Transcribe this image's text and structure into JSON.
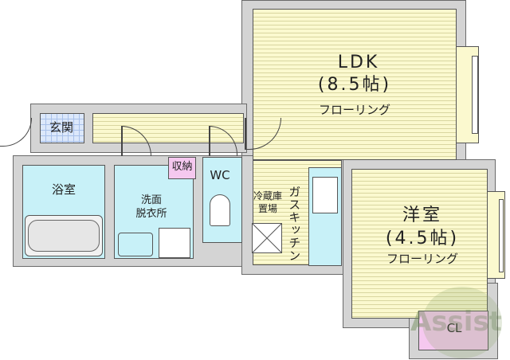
{
  "rooms": {
    "ldk": {
      "name": "LDK",
      "size": "(8.5帖)",
      "floor": "フローリング"
    },
    "western": {
      "name": "洋室",
      "size": "(4.5帖)",
      "floor": "フローリング"
    },
    "entrance": {
      "name": "玄関"
    },
    "bath": {
      "name": "浴室"
    },
    "washroom": {
      "line1": "洗面",
      "line2": "脱衣所"
    },
    "storage": {
      "name": "収納"
    },
    "wc": {
      "name": "WC"
    },
    "fridge": {
      "line1": "冷蔵庫",
      "line2": "置場"
    },
    "kitchen": {
      "name": "ガスキッチン"
    },
    "closet": {
      "name": "CL"
    }
  },
  "watermark": {
    "text": "Assist"
  },
  "colors": {
    "wall": "#d4d4d4",
    "floor": "#fbf9cf",
    "wet_area": "#c8f1f8",
    "entrance_tile": "#dce8fb",
    "storage": "#f5c8ef"
  }
}
